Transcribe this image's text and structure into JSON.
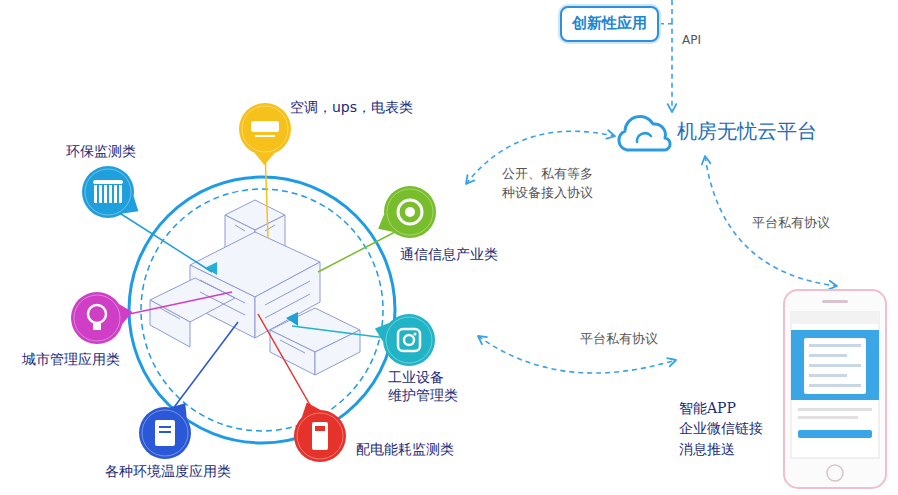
{
  "diagram": {
    "nodes": [
      {
        "text": [
          "创新性应用"
        ]
      },
      {
        "text": [
          "空调，ups，电表类"
        ]
      },
      {
        "text": [
          "机房无忧云平台"
        ]
      },
      {
        "text": [
          "环保监测类"
        ]
      },
      {
        "text": [
          "通信信息产业类"
        ]
      },
      {
        "text": [
          "城市管理应用类"
        ]
      },
      {
        "text": [
          "工业设备 维护管理类"
        ]
      },
      {
        "text": [
          "智能APP 企业微信链接 消息推送"
        ]
      },
      {
        "text": [
          "各种环境温度应用类"
        ]
      },
      {
        "text": [
          "配电能耗监测类"
        ]
      }
    ],
    "edges": [
      {
        "from": 0,
        "to": 2,
        "arrow": "to",
        "label": "API"
      },
      {
        "from": 4,
        "to": 2,
        "arrow": "both",
        "label": "公开、私有等多 种设备接入协议"
      },
      {
        "from": 2,
        "to": 7,
        "arrow": "both",
        "label": "平台私有协议"
      },
      {
        "from": 6,
        "to": 7,
        "arrow": "both",
        "label": "平台私有协议"
      }
    ]
  }
}
